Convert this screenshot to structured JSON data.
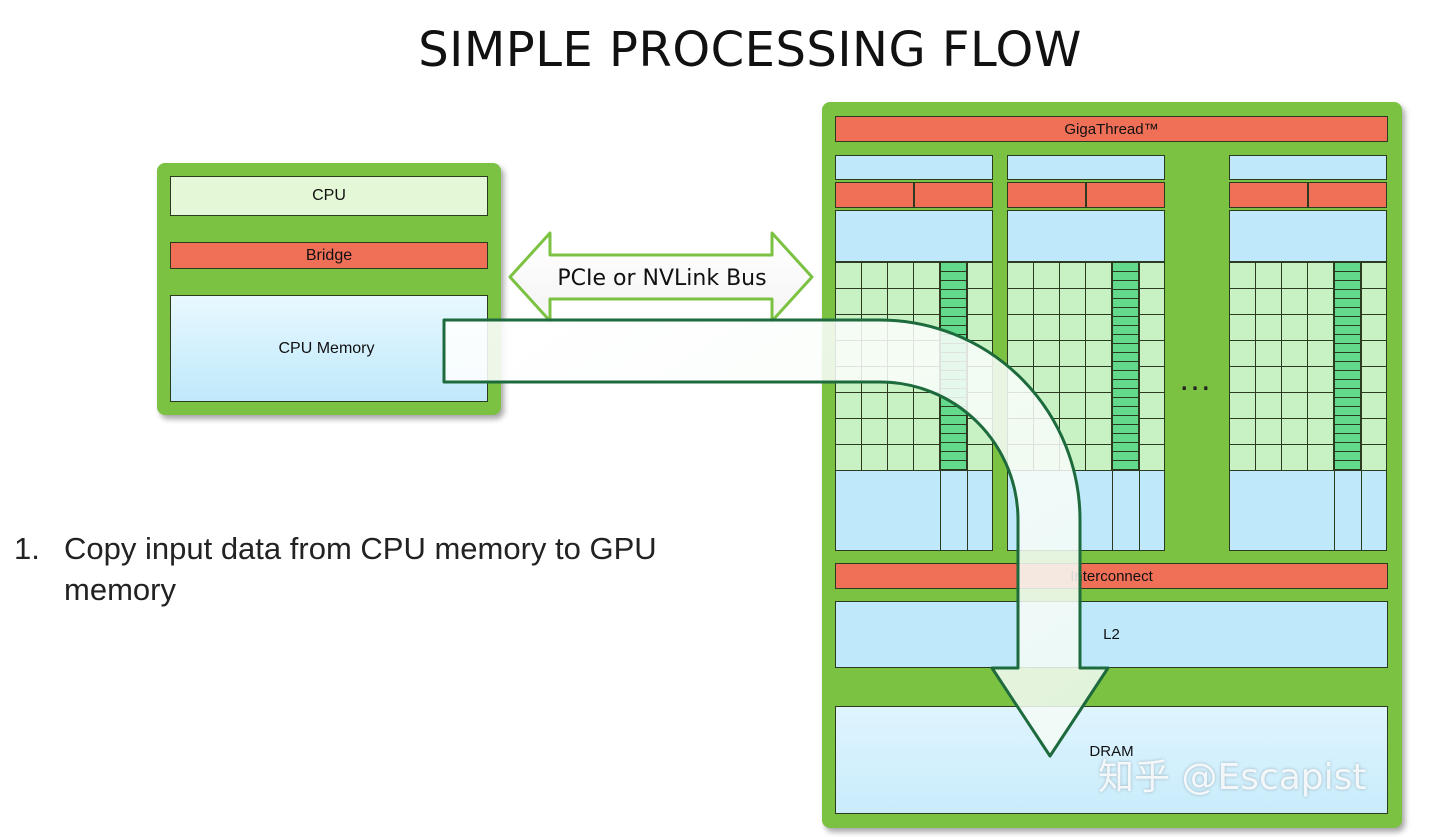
{
  "slide": {
    "title": "SIMPLE PROCESSING FLOW"
  },
  "cpu_side": {
    "cpu_label": "CPU",
    "bridge_label": "Bridge",
    "memory_label": "CPU Memory"
  },
  "bus": {
    "label": "PCIe or NVLink Bus"
  },
  "gpu_side": {
    "scheduler_label": "GigaThread™",
    "interconnect_label": "Interconnect",
    "l2_label": "L2",
    "dram_label": "DRAM",
    "ellipsis": "…"
  },
  "steps": [
    {
      "number": "1.",
      "text": "Copy input data from CPU memory to GPU memory"
    }
  ],
  "watermark": "知乎 @Escapist",
  "colors": {
    "board_green": "#7cc242",
    "bridge_red": "#ef6f57",
    "memory_blue": "#bfe9fb",
    "core_green": "#c9f2c4",
    "arrow_outline": "#1d6b3d"
  }
}
